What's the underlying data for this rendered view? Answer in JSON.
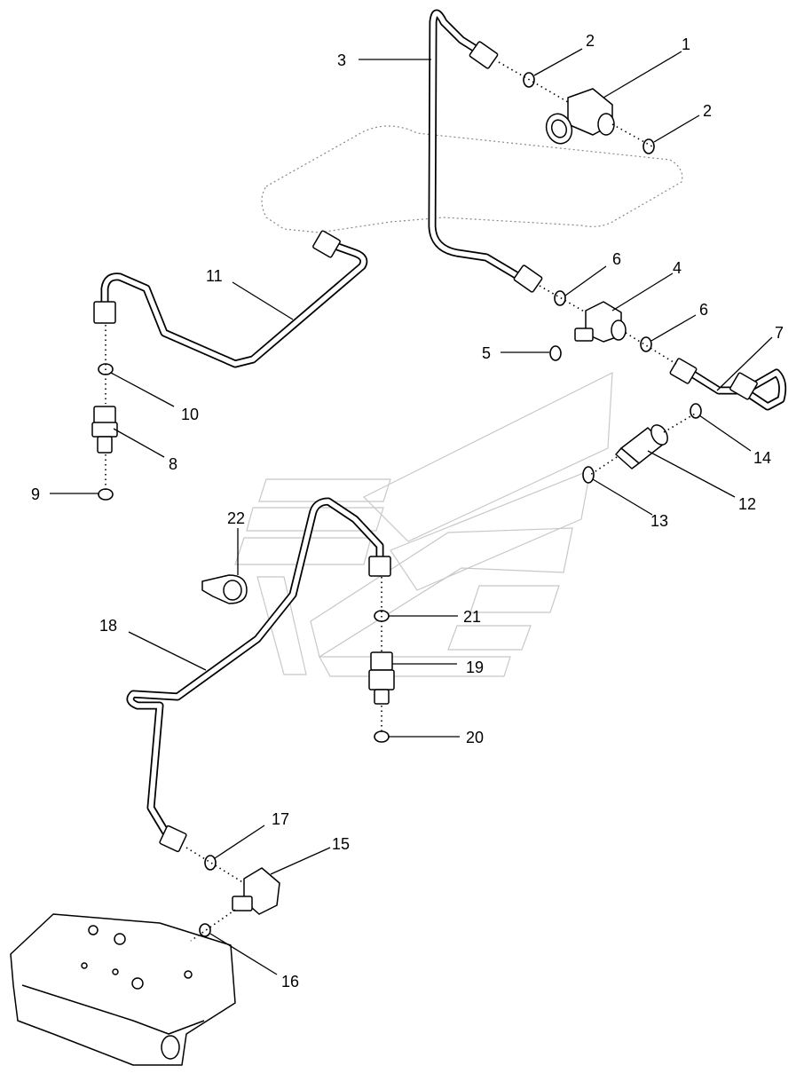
{
  "diagram": {
    "callouts": [
      "1",
      "2",
      "2",
      "3",
      "4",
      "5",
      "6",
      "6",
      "7",
      "8",
      "9",
      "10",
      "11",
      "12",
      "13",
      "14",
      "15",
      "16",
      "17",
      "18",
      "19",
      "20",
      "21",
      "22"
    ]
  }
}
